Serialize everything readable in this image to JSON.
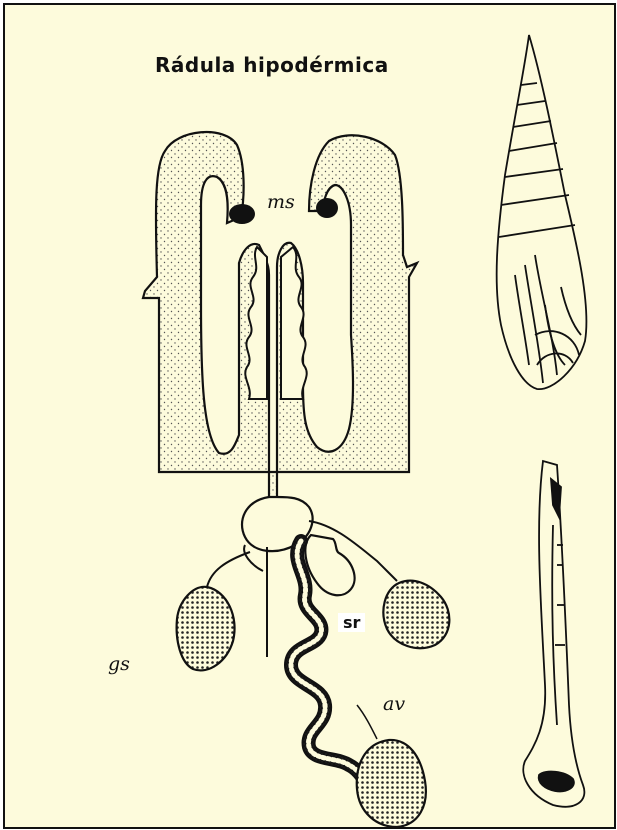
{
  "title": "Rádula hipodérmica",
  "labels": {
    "ms": "ms",
    "sr": "sr",
    "gs": "gs",
    "av": "av"
  },
  "colors": {
    "background": "#fdfbdc",
    "ink": "#111111",
    "border": "#111111"
  }
}
